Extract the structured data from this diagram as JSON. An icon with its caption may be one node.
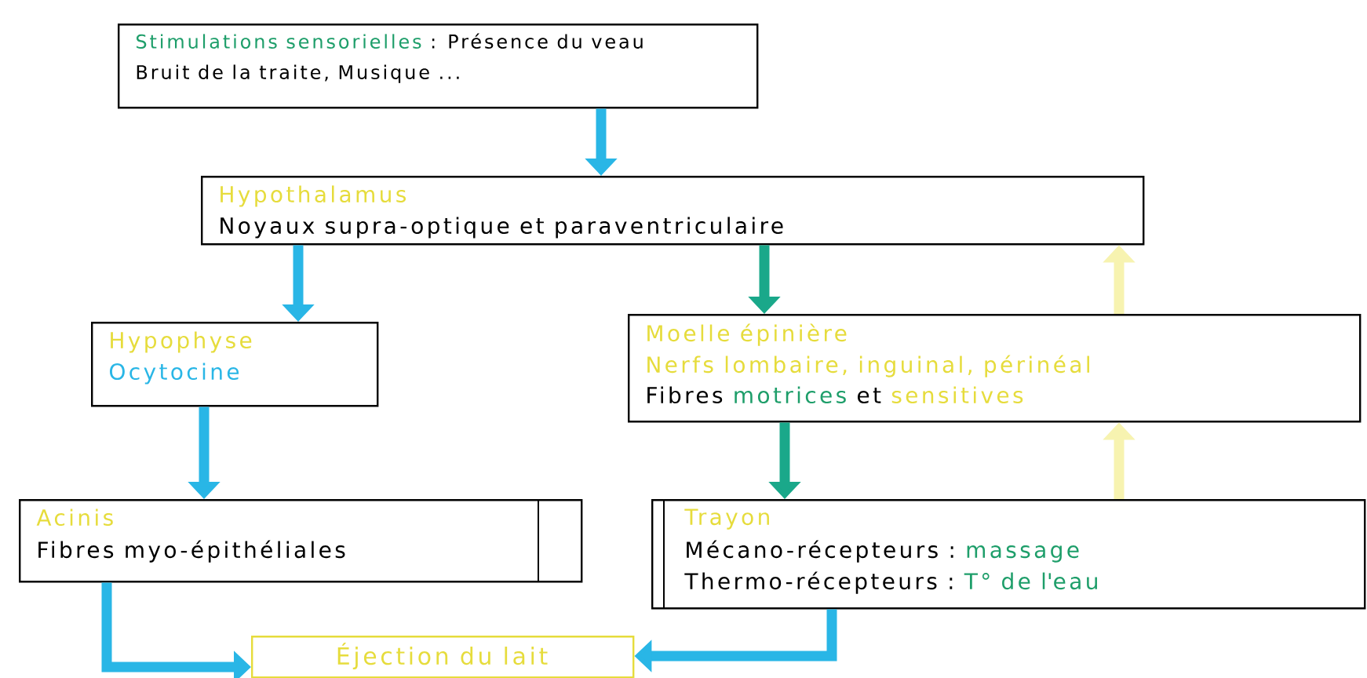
{
  "diagram": {
    "nodes": [
      {
        "text": [
          "Stimulations sensorielles",
          ": Présence du veau",
          "Bruit de la traite, Musique ..."
        ]
      },
      {
        "text": [
          "Hypothalamus",
          "Noyaux supra-optique et paraventriculaire"
        ]
      },
      {
        "text": [
          "Hypophyse",
          "Ocytocine"
        ]
      },
      {
        "text": [
          "Moelle épinière",
          "Nerfs lombaire, inguinal, périnéal",
          "Fibres",
          "motrices",
          "et",
          "sensitives"
        ]
      },
      {
        "text": [
          "Acinis",
          "Fibres myo-épithéliales"
        ]
      },
      {
        "text": [
          "Trayon",
          "Mécano-récepteurs :",
          "massage",
          "Thermo-récepteurs :",
          "T° de l'eau"
        ]
      },
      {
        "text": [
          "Éjection du lait"
        ]
      }
    ],
    "edges": [
      {
        "from": 0,
        "to": 1,
        "arrow": "to"
      },
      {
        "from": 1,
        "to": 2,
        "arrow": "to"
      },
      {
        "from": 1,
        "to": 3,
        "arrow": "to",
        "color": "#1aa88a"
      },
      {
        "from": 2,
        "to": 4,
        "arrow": "to"
      },
      {
        "from": 3,
        "to": 5,
        "arrow": "to",
        "color": "#1aa88a"
      },
      {
        "from": 5,
        "to": 3,
        "arrow": "to",
        "color": "#f7f3b0"
      },
      {
        "from": 3,
        "to": 1,
        "arrow": "to",
        "color": "#f7f3b0"
      },
      {
        "from": 4,
        "to": 6,
        "arrow": "to"
      },
      {
        "from": 5,
        "to": 6,
        "arrow": "to"
      }
    ]
  }
}
